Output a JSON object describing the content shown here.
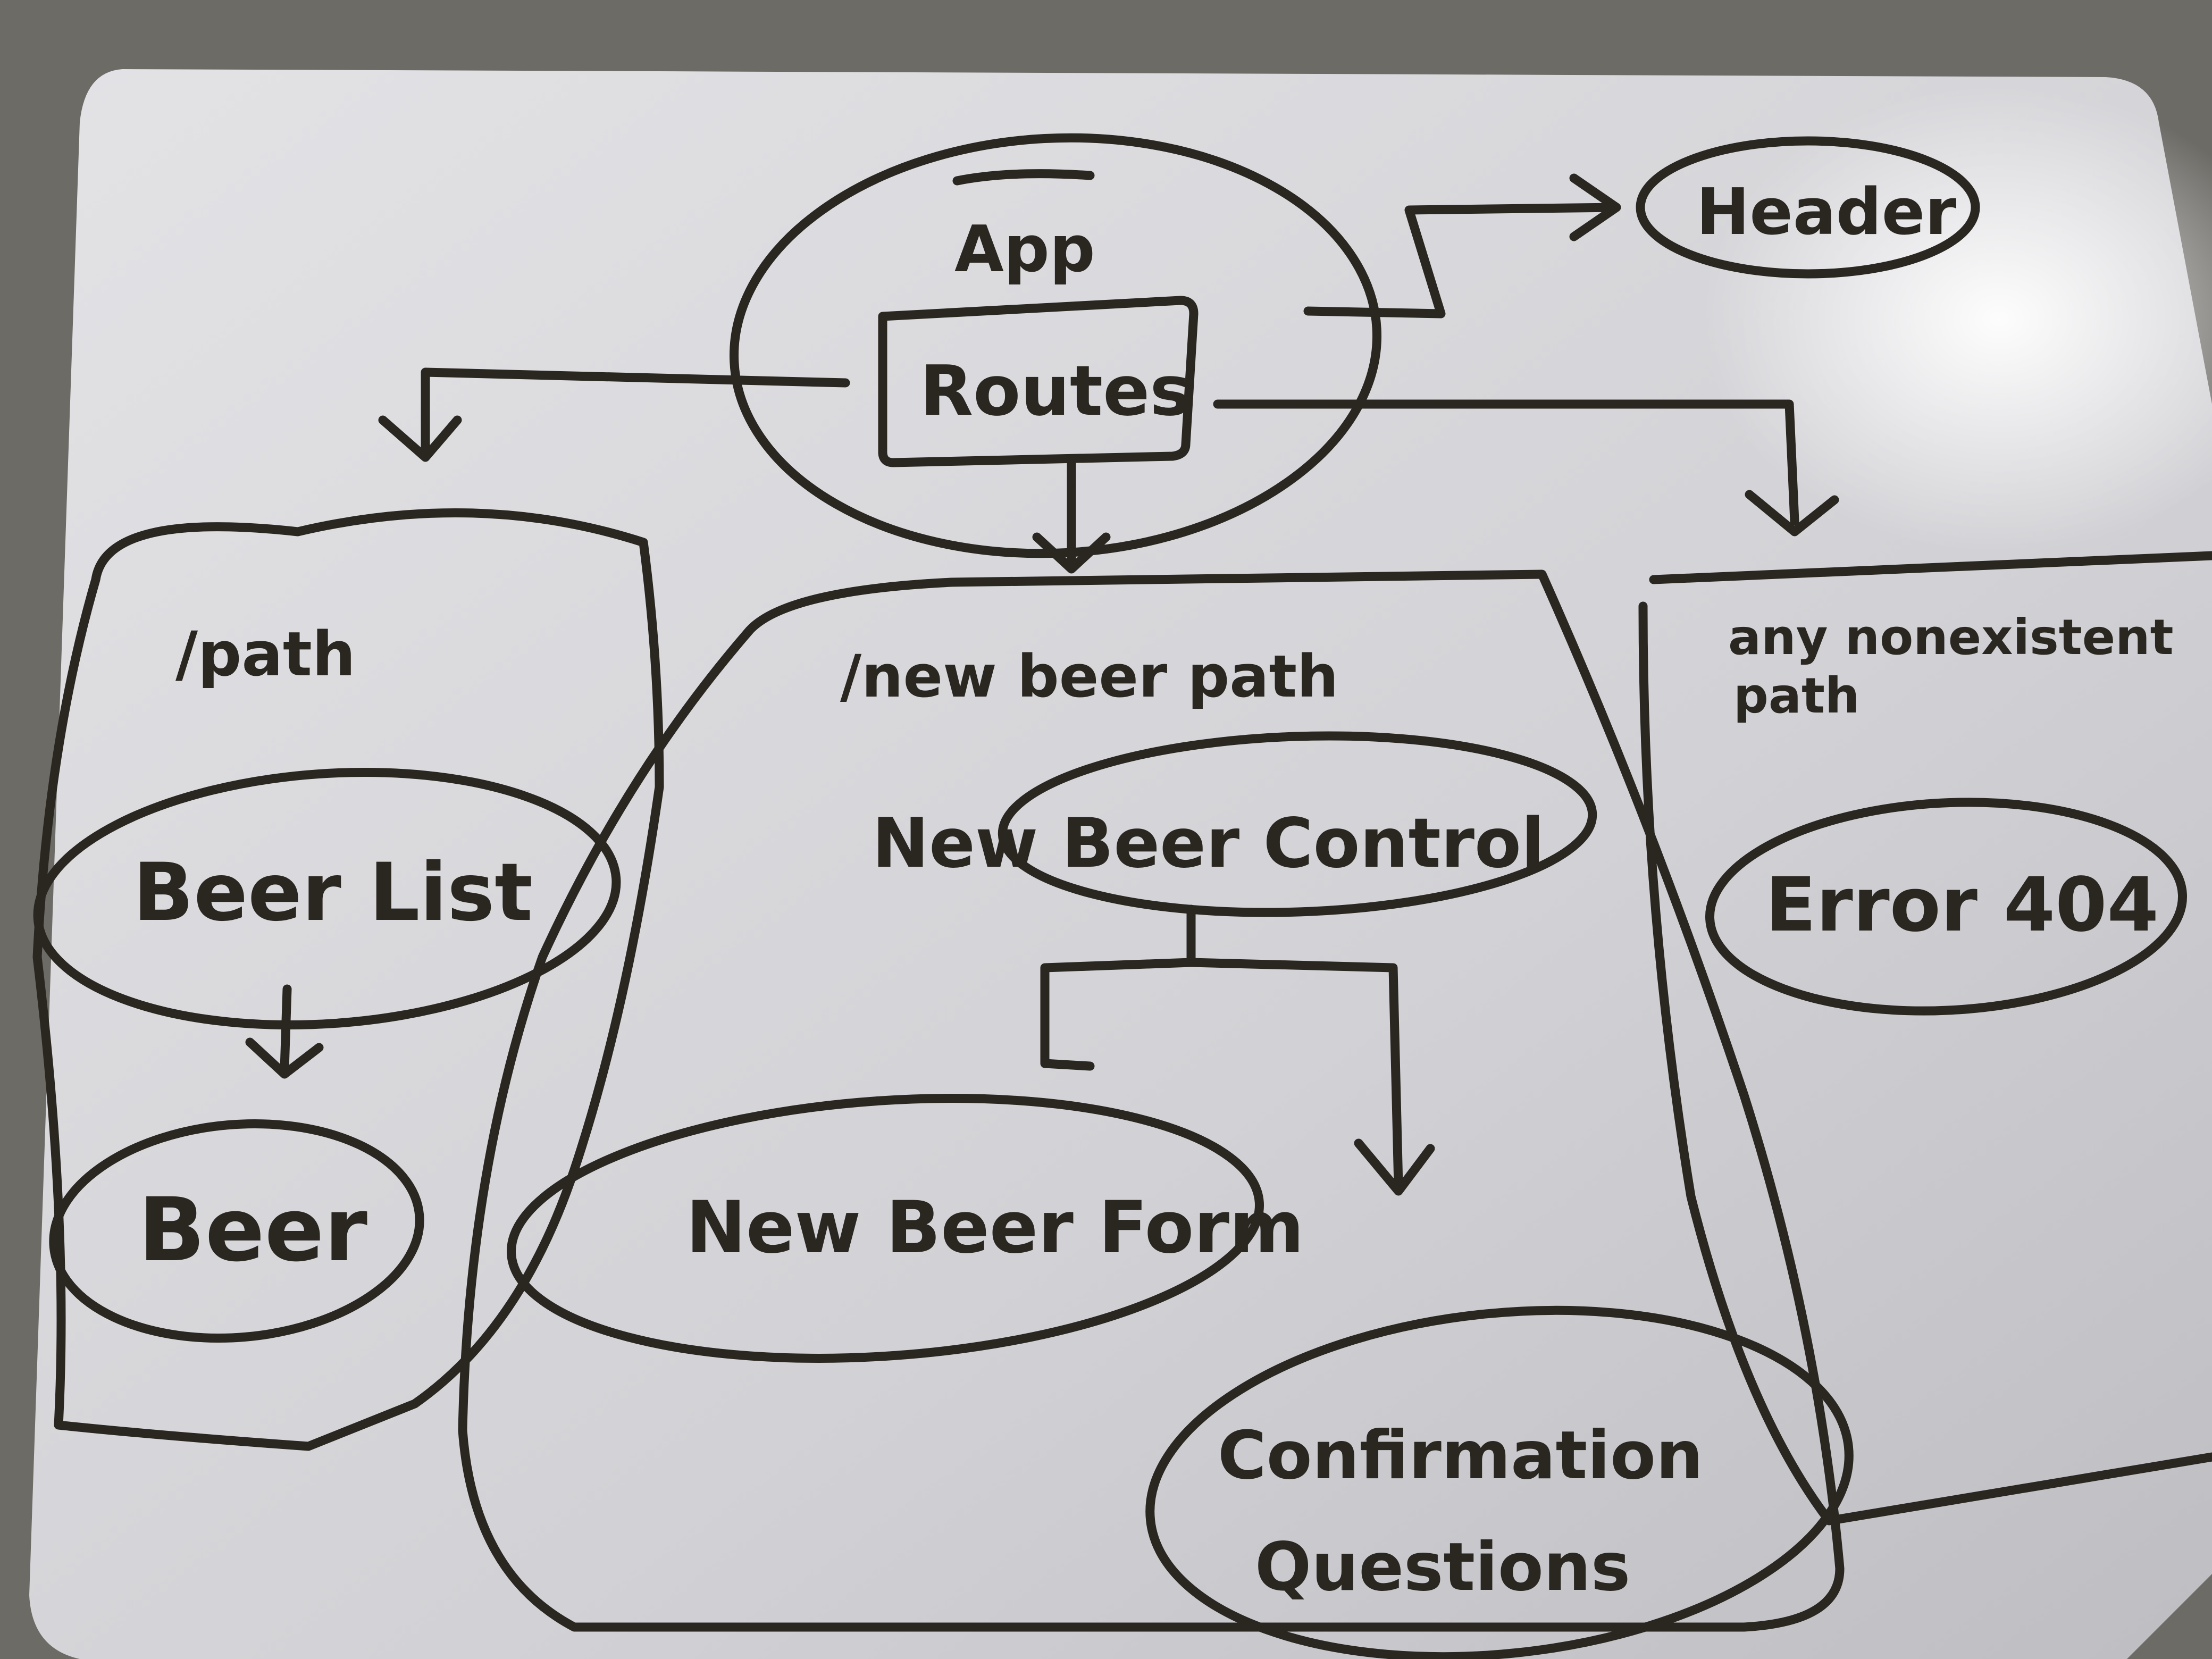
{
  "colors": {
    "surroundings": "#6d6b66",
    "whiteboard": "#dcdcdf",
    "marker": "#2a2620",
    "glare": "#ffffff"
  },
  "labels": {
    "app": "App",
    "routes": "Routes",
    "header": "Header",
    "root_path": "/path",
    "beer_list": "Beer List",
    "beer": "Beer",
    "new_beer_path": "/new beer path",
    "new_beer_control": "New Beer Control",
    "new_beer_form": "New Beer Form",
    "confirmation_line1": "Confirmation",
    "confirmation_line2": "Questions",
    "nonexistent_line1": "any nonexistent",
    "nonexistent_line2": "path",
    "error": "Error 404"
  }
}
